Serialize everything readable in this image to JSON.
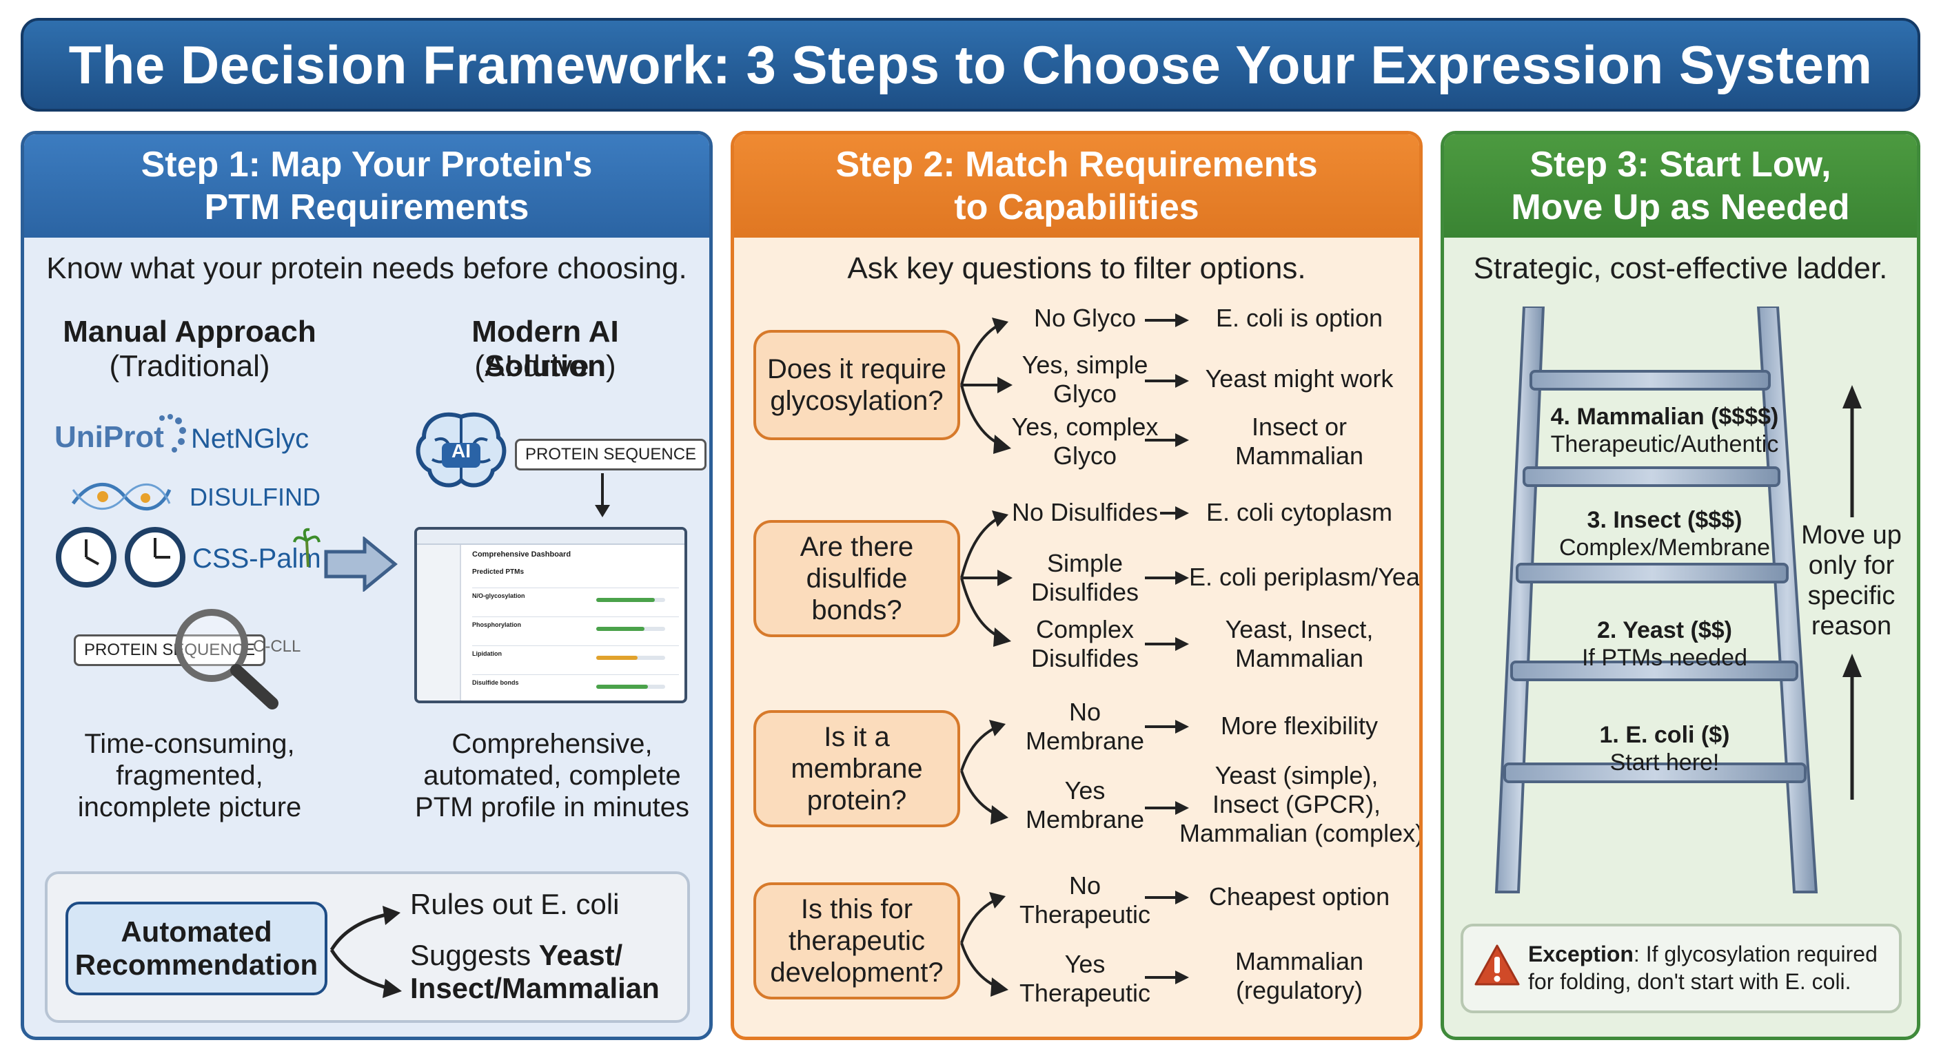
{
  "title": "The Decision Framework: 3 Steps to Choose Your Expression System",
  "step1": {
    "heading_line1": "Step 1: Map Your Protein's",
    "heading_line2": "PTM Requirements",
    "subtitle": "Know what your protein needs before choosing.",
    "manual": {
      "title": "Manual Approach",
      "subtitle": "(Traditional)",
      "tools": [
        "UniProt",
        "NetNGlyc",
        "DISULFIND",
        "CSS-Palm"
      ],
      "tag": "PROTEIN SEQUENCE",
      "tag_extra": "C-CLL",
      "desc_lines": [
        "Time-consuming,",
        "fragmented,",
        "incomplete picture"
      ]
    },
    "ai": {
      "title": "Modern AI Solution",
      "subtitle": "(AI-driven)",
      "icon_label": "AI",
      "tag": "PROTEIN SEQUENCE",
      "dashboard_title": "Comprehensive Dashboard",
      "dashboard_section": "Predicted PTMs",
      "dashboard_rows": [
        "N/O-glycosylation",
        "Phosphorylation",
        "Lipidation",
        "Disulfide bonds"
      ],
      "desc_lines": [
        "Comprehensive,",
        "automated, complete",
        "PTM profile in minutes"
      ]
    },
    "recommendation": {
      "label_line1": "Automated",
      "label_line2": "Recommendation",
      "out1": "Rules out E. coli",
      "out2_prefix": "Suggests ",
      "out2_bold": "Yeast/",
      "out3_bold": "Insect/Mammalian"
    }
  },
  "step2": {
    "heading_line1": "Step 2: Match Requirements",
    "heading_line2": "to Capabilities",
    "subtitle": "Ask key questions to filter options.",
    "questions": [
      {
        "q_lines": [
          "Does it require",
          "glycosylation?"
        ],
        "options": [
          {
            "opt": [
              "No Glyco"
            ],
            "res": [
              "E. coli is option"
            ]
          },
          {
            "opt": [
              "Yes, simple",
              "Glyco"
            ],
            "res": [
              "Yeast might work"
            ]
          },
          {
            "opt": [
              "Yes, complex",
              "Glyco"
            ],
            "res": [
              "Insect or",
              "Mammalian"
            ]
          }
        ]
      },
      {
        "q_lines": [
          "Are there",
          "disulfide",
          "bonds?"
        ],
        "options": [
          {
            "opt": [
              "No Disulfides"
            ],
            "res": [
              "E. coli cytoplasm"
            ]
          },
          {
            "opt": [
              "Simple",
              "Disulfides"
            ],
            "res": [
              "E. coli periplasm/Yeast"
            ]
          },
          {
            "opt": [
              "Complex",
              "Disulfides"
            ],
            "res": [
              "Yeast, Insect,",
              "Mammalian"
            ]
          }
        ]
      },
      {
        "q_lines": [
          "Is it a",
          "membrane",
          "protein?"
        ],
        "options": [
          {
            "opt": [
              "No",
              "Membrane"
            ],
            "res": [
              "More flexibility"
            ]
          },
          {
            "opt": [
              "Yes",
              "Membrane"
            ],
            "res": [
              "Yeast (simple),",
              "Insect (GPCR),",
              "Mammalian (complex)"
            ]
          }
        ]
      },
      {
        "q_lines": [
          "Is this for",
          "therapeutic",
          "development?"
        ],
        "options": [
          {
            "opt": [
              "No",
              "Therapeutic"
            ],
            "res": [
              "Cheapest option"
            ]
          },
          {
            "opt": [
              "Yes",
              "Therapeutic"
            ],
            "res": [
              "Mammalian",
              "(regulatory)"
            ]
          }
        ]
      }
    ]
  },
  "step3": {
    "heading_line1": "Step 3: Start Low,",
    "heading_line2": "Move Up as Needed",
    "subtitle": "Strategic, cost-effective ladder.",
    "rungs": [
      {
        "title": "4. Mammalian ($$$$)",
        "note": "Therapeutic/Authentic"
      },
      {
        "title": "3. Insect ($$$)",
        "note": "Complex/Membrane"
      },
      {
        "title": "2. Yeast ($$)",
        "note": "If PTMs needed"
      },
      {
        "title": "1. E. coli ($)",
        "note": "Start here!"
      }
    ],
    "move_up_lines": [
      "Move up",
      "only for",
      "specific",
      "reason"
    ],
    "exception_label": "Exception",
    "exception_text": ": If glycosylation required for folding, don't start with E. coli."
  },
  "colors": {
    "step1": "#2c5f98",
    "step2": "#e37a24",
    "step3": "#3f8a3a",
    "title": "#1d4f86"
  }
}
